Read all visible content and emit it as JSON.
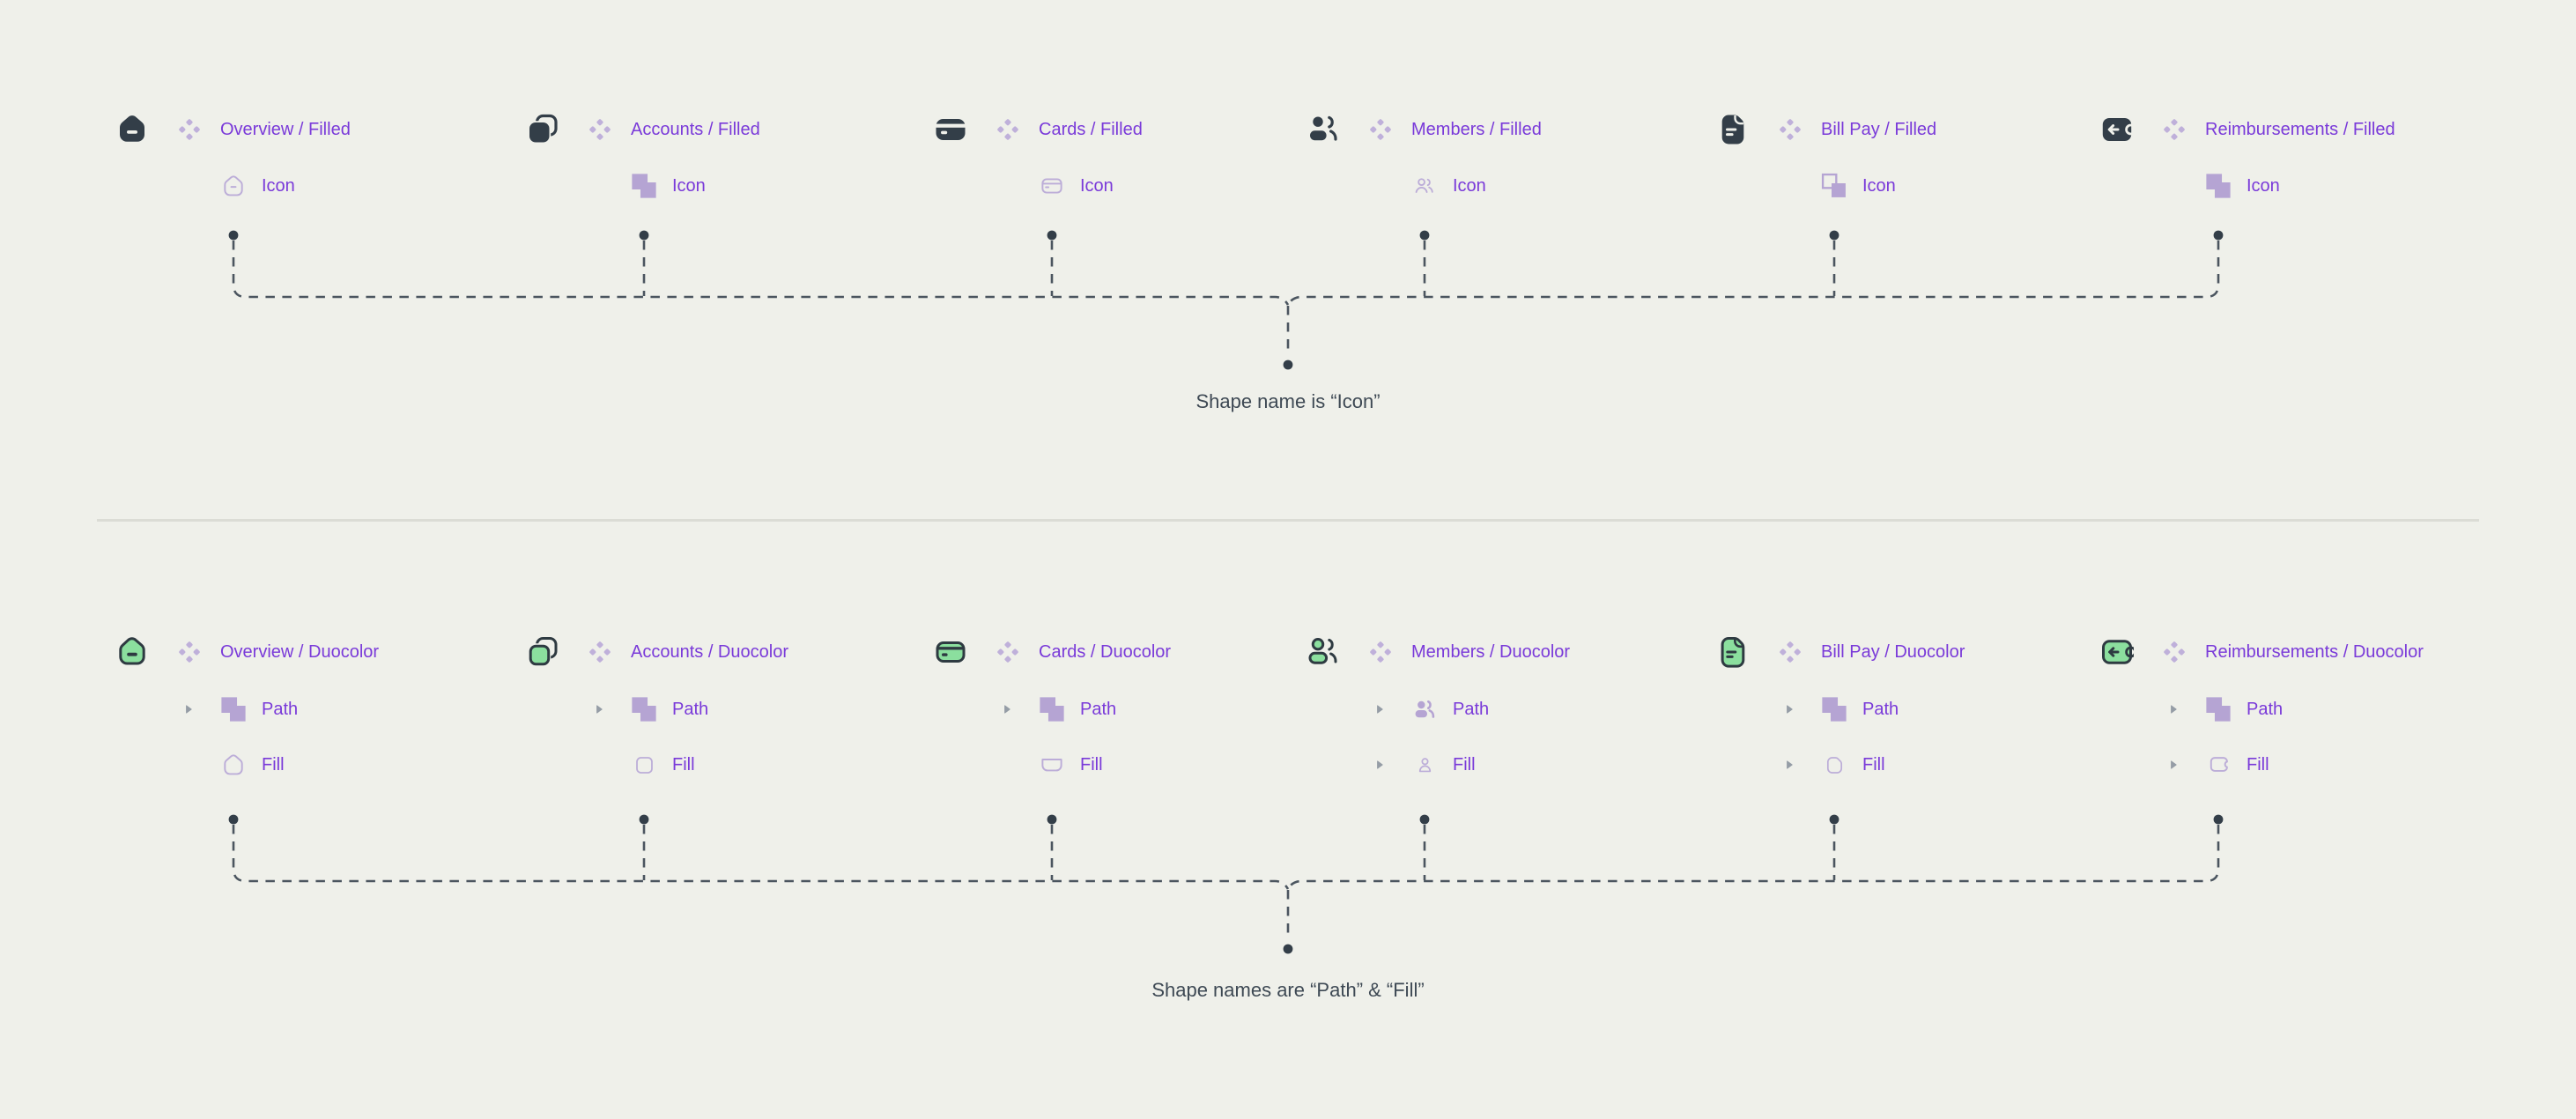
{
  "colors": {
    "background": "#eff0ea",
    "accent_purple": "#7a3ad9",
    "thumb_lilac": "#b5a4d3",
    "icon_dark_slate": "#333e48",
    "duocolor_green": "#8bdf9e",
    "duocolor_outline": "#2e3a41",
    "caption_text": "#3e4954",
    "dashed_line": "#4b555f",
    "divider": "#dbdcd5"
  },
  "sections": [
    {
      "id": "filled",
      "caption": "Shape name is “Icon”",
      "groups": [
        {
          "label": "Overview / Filled",
          "icon": "overview-shield-icon",
          "layers": [
            {
              "name": "Icon",
              "thumb": "overview-outline-shape",
              "expandable": false
            }
          ]
        },
        {
          "label": "Accounts / Filled",
          "icon": "stacked-squares-icon",
          "layers": [
            {
              "name": "Icon",
              "thumb": "union-shape",
              "expandable": false
            }
          ]
        },
        {
          "label": "Cards / Filled",
          "icon": "credit-card-icon",
          "layers": [
            {
              "name": "Icon",
              "thumb": "card-outline-shape",
              "expandable": false
            }
          ]
        },
        {
          "label": "Members / Filled",
          "icon": "people-icon",
          "layers": [
            {
              "name": "Icon",
              "thumb": "people-outline-shape",
              "expandable": false
            }
          ]
        },
        {
          "label": "Bill Pay / Filled",
          "icon": "document-icon",
          "layers": [
            {
              "name": "Icon",
              "thumb": "subtract-shape",
              "expandable": false
            }
          ]
        },
        {
          "label": "Reimbursements / Filled",
          "icon": "wallet-arrow-icon",
          "layers": [
            {
              "name": "Icon",
              "thumb": "union-shape",
              "expandable": false
            }
          ]
        }
      ]
    },
    {
      "id": "duocolor",
      "caption": "Shape names are “Path” & “Fill”",
      "groups": [
        {
          "label": "Overview / Duocolor",
          "icon": "overview-shield-icon",
          "layers": [
            {
              "name": "Path",
              "thumb": "union-shape",
              "expandable": true
            },
            {
              "name": "Fill",
              "thumb": "pentagon-outline-shape",
              "expandable": false
            }
          ]
        },
        {
          "label": "Accounts / Duocolor",
          "icon": "stacked-squares-icon",
          "layers": [
            {
              "name": "Path",
              "thumb": "union-shape",
              "expandable": true
            },
            {
              "name": "Fill",
              "thumb": "rounded-square-outline-shape",
              "expandable": false
            }
          ]
        },
        {
          "label": "Cards / Duocolor",
          "icon": "credit-card-icon",
          "layers": [
            {
              "name": "Path",
              "thumb": "union-shape",
              "expandable": true
            },
            {
              "name": "Fill",
              "thumb": "tray-outline-shape",
              "expandable": false
            }
          ]
        },
        {
          "label": "Members / Duocolor",
          "icon": "people-icon",
          "layers": [
            {
              "name": "Path",
              "thumb": "people-filled-shape",
              "expandable": true
            },
            {
              "name": "Fill",
              "thumb": "person-outline-shape",
              "expandable": true
            }
          ]
        },
        {
          "label": "Bill Pay / Duocolor",
          "icon": "document-icon",
          "layers": [
            {
              "name": "Path",
              "thumb": "union-shape",
              "expandable": true
            },
            {
              "name": "Fill",
              "thumb": "file-outline-shape",
              "expandable": true
            }
          ]
        },
        {
          "label": "Reimbursements / Duocolor",
          "icon": "wallet-arrow-icon",
          "layers": [
            {
              "name": "Path",
              "thumb": "union-shape",
              "expandable": true
            },
            {
              "name": "Fill",
              "thumb": "wallet-outline-shape",
              "expandable": true
            }
          ]
        }
      ]
    }
  ]
}
